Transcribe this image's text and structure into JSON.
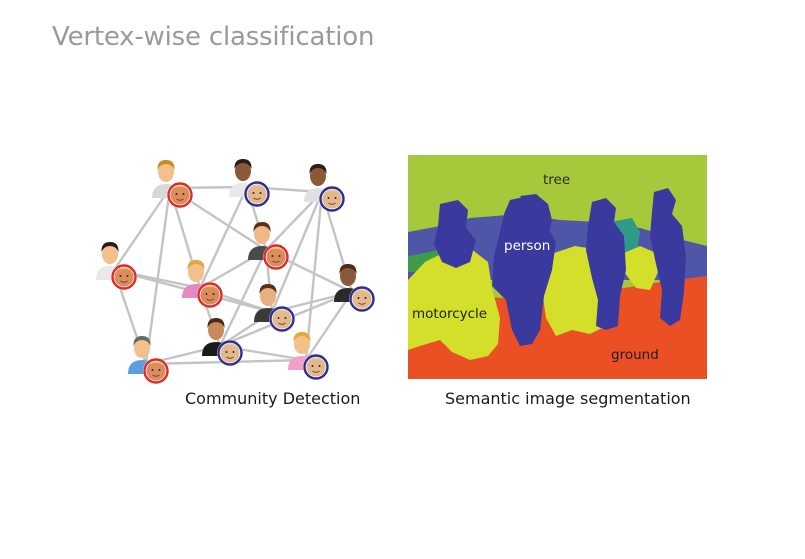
{
  "title": "Vertex-wise classification",
  "left_figure": {
    "caption": "Community Detection"
  },
  "right_figure": {
    "caption": "Semantic image segmentation",
    "labels": {
      "tree": "tree",
      "person": "person",
      "motorcycle": "motorcycle",
      "ground": "ground"
    },
    "colors": {
      "tree": "#a5c93a",
      "person": "#3a3a9e",
      "motorcycle": "#d3df2a",
      "ground": "#ea5024",
      "background": "#4f56a8",
      "teal": "#2f9a86"
    }
  },
  "communities": {
    "red": "#e02a2a",
    "blue": "#2f2f92"
  }
}
